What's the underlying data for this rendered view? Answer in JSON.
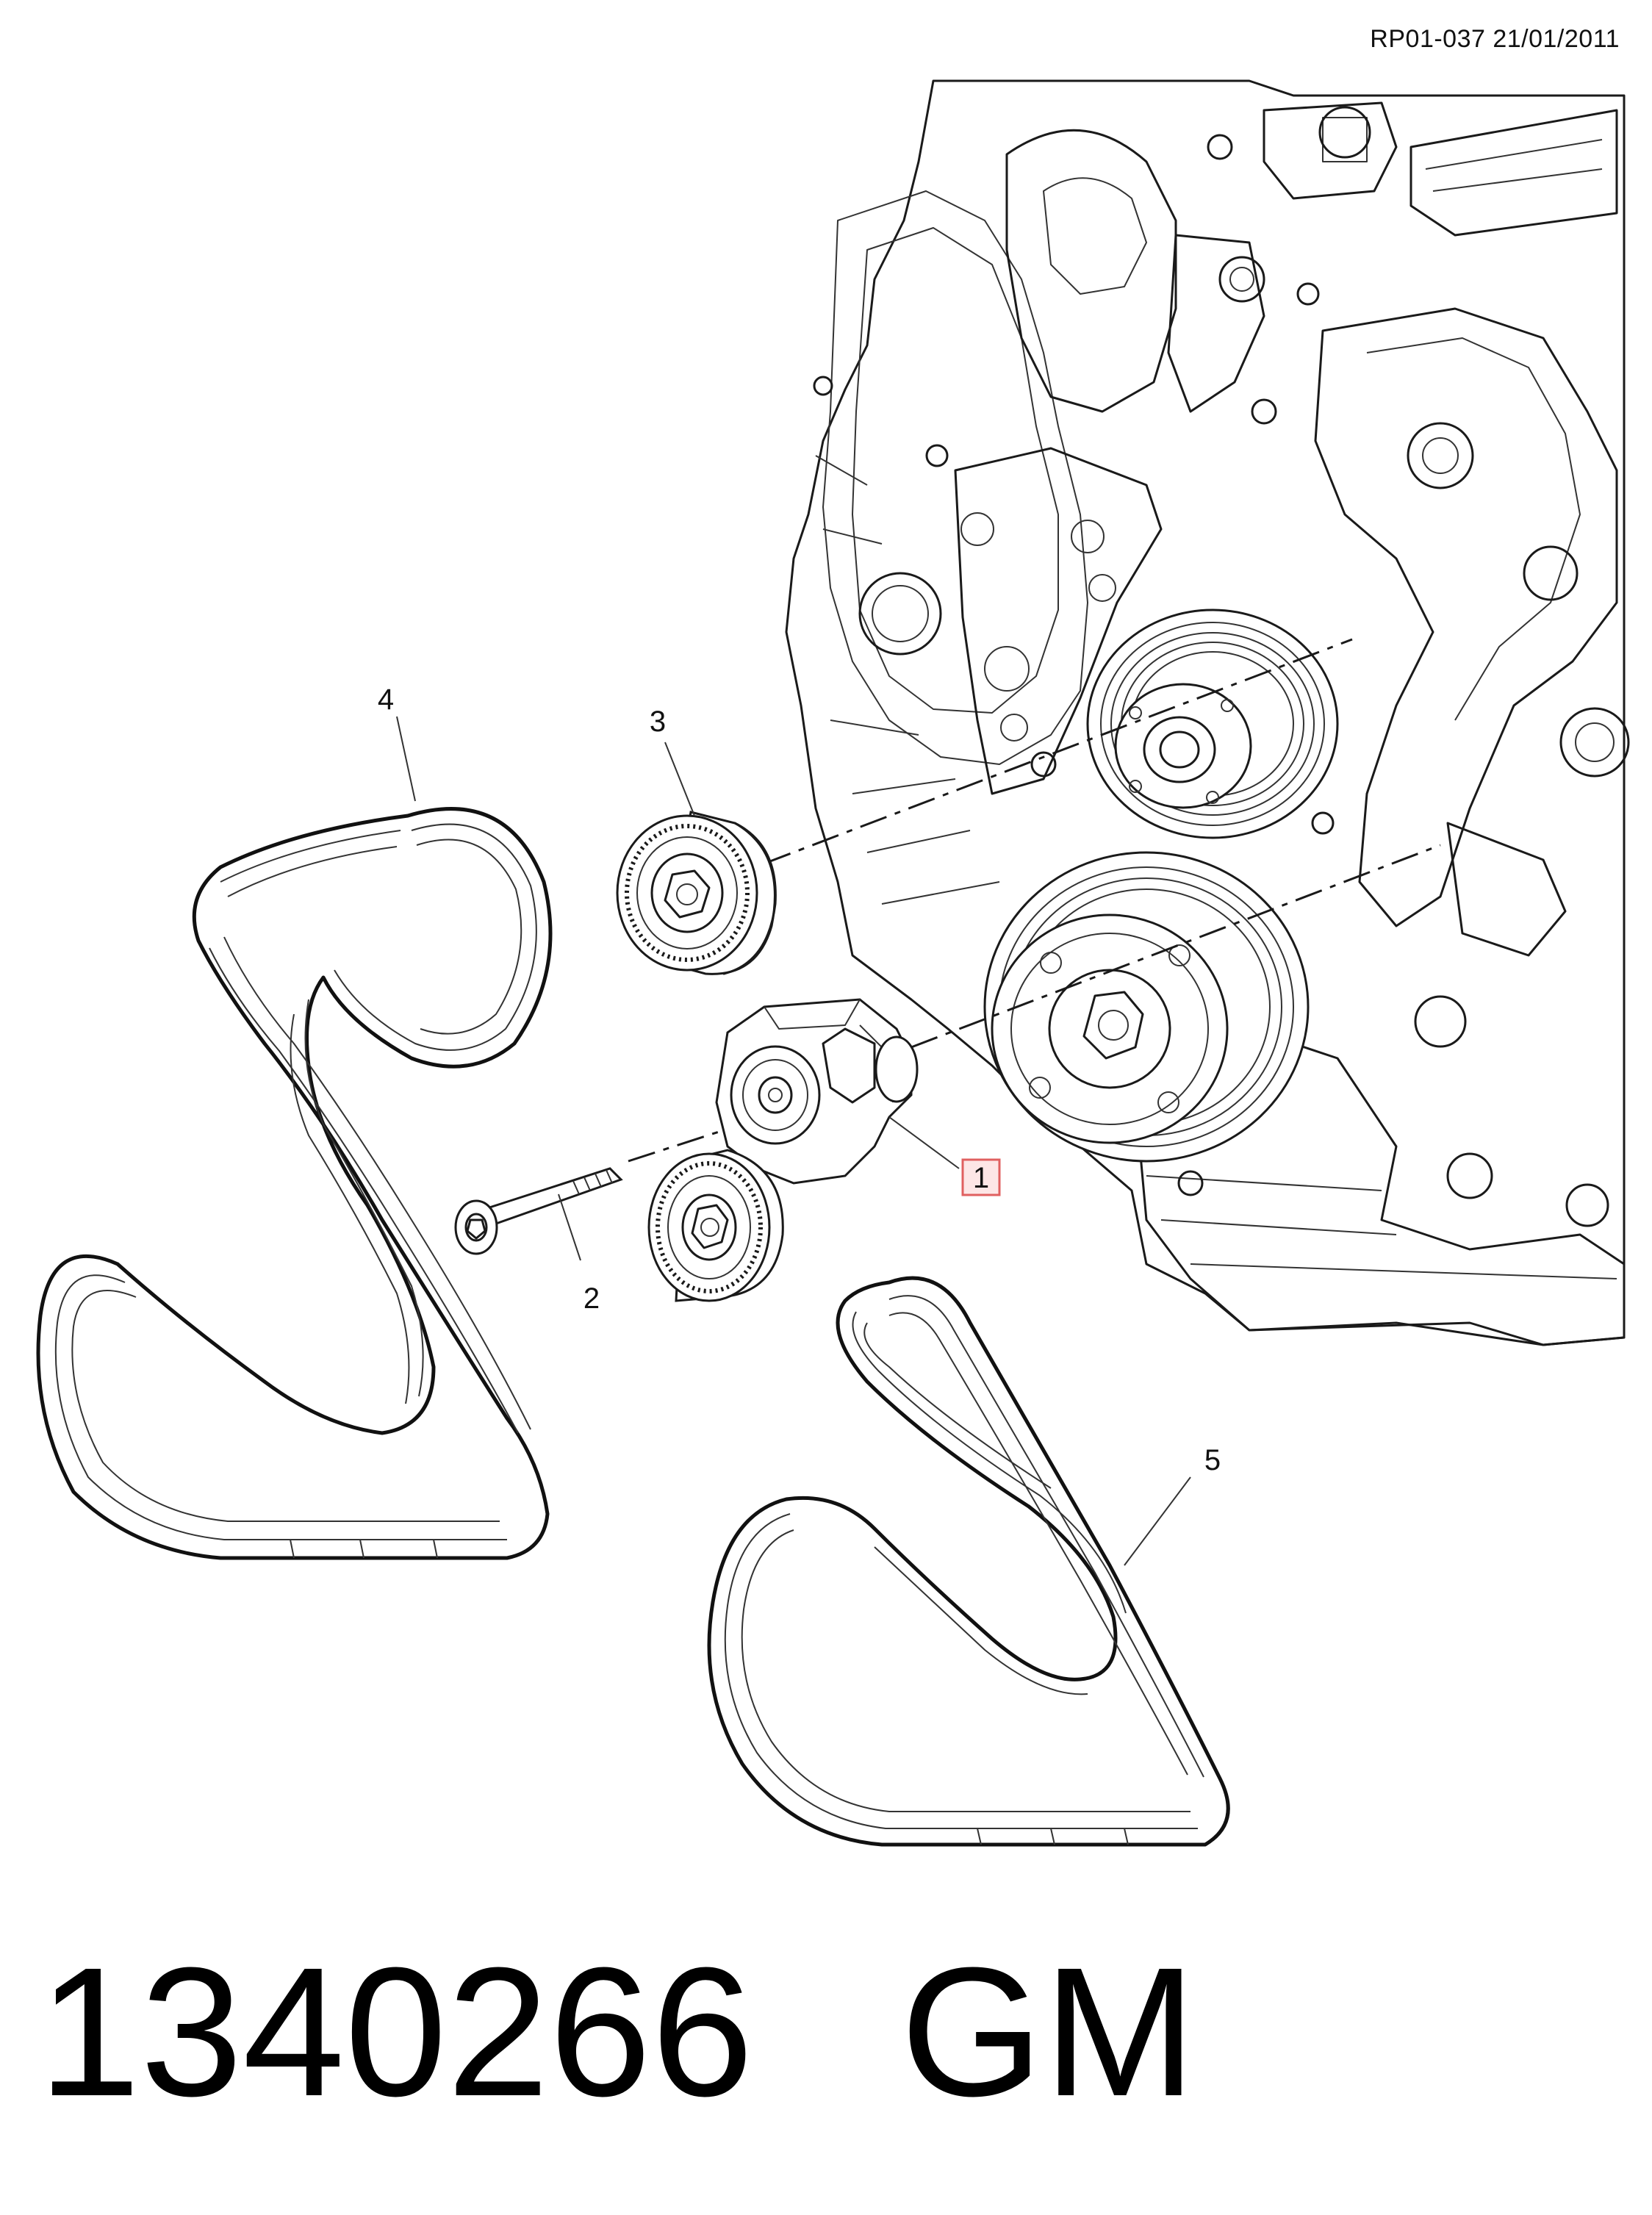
{
  "header": {
    "reference": "RP01-037 21/01/2011"
  },
  "callouts": {
    "c1": "1",
    "c2": "2",
    "c3": "3",
    "c4": "4",
    "c5": "5"
  },
  "highlight_color": "#e06060",
  "footer": {
    "part_number": "1340266",
    "brand": "GM"
  }
}
